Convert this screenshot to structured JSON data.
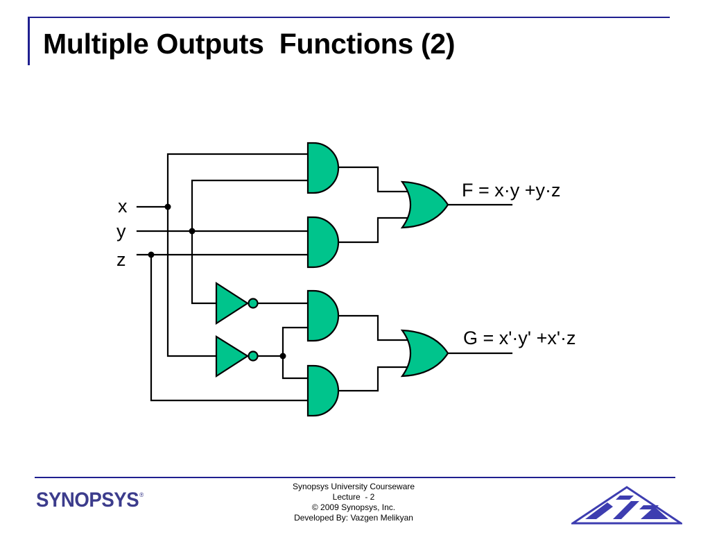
{
  "slide": {
    "title": "Multiple Outputs  Functions (2)"
  },
  "diagram": {
    "inputs": [
      "x",
      "y",
      "z"
    ],
    "output_f": "F = x·y +y·z",
    "output_g": "G = x'·y' +x'·z",
    "colors": {
      "gate_fill": "#00c48c",
      "wire": "#000000"
    }
  },
  "footer": {
    "logo_text": "SYNOPSYS",
    "logo_mark": "®",
    "line1": "Synopsys University Courseware",
    "line2": "Lecture  - 2",
    "line3": "© 2009 Synopsys, Inc.",
    "line4": "Developed By: Vazgen Melikyan"
  },
  "colors": {
    "accent": "#1f1f8f",
    "logo": "#3c3c8c",
    "emblem": "#3d3db0"
  }
}
